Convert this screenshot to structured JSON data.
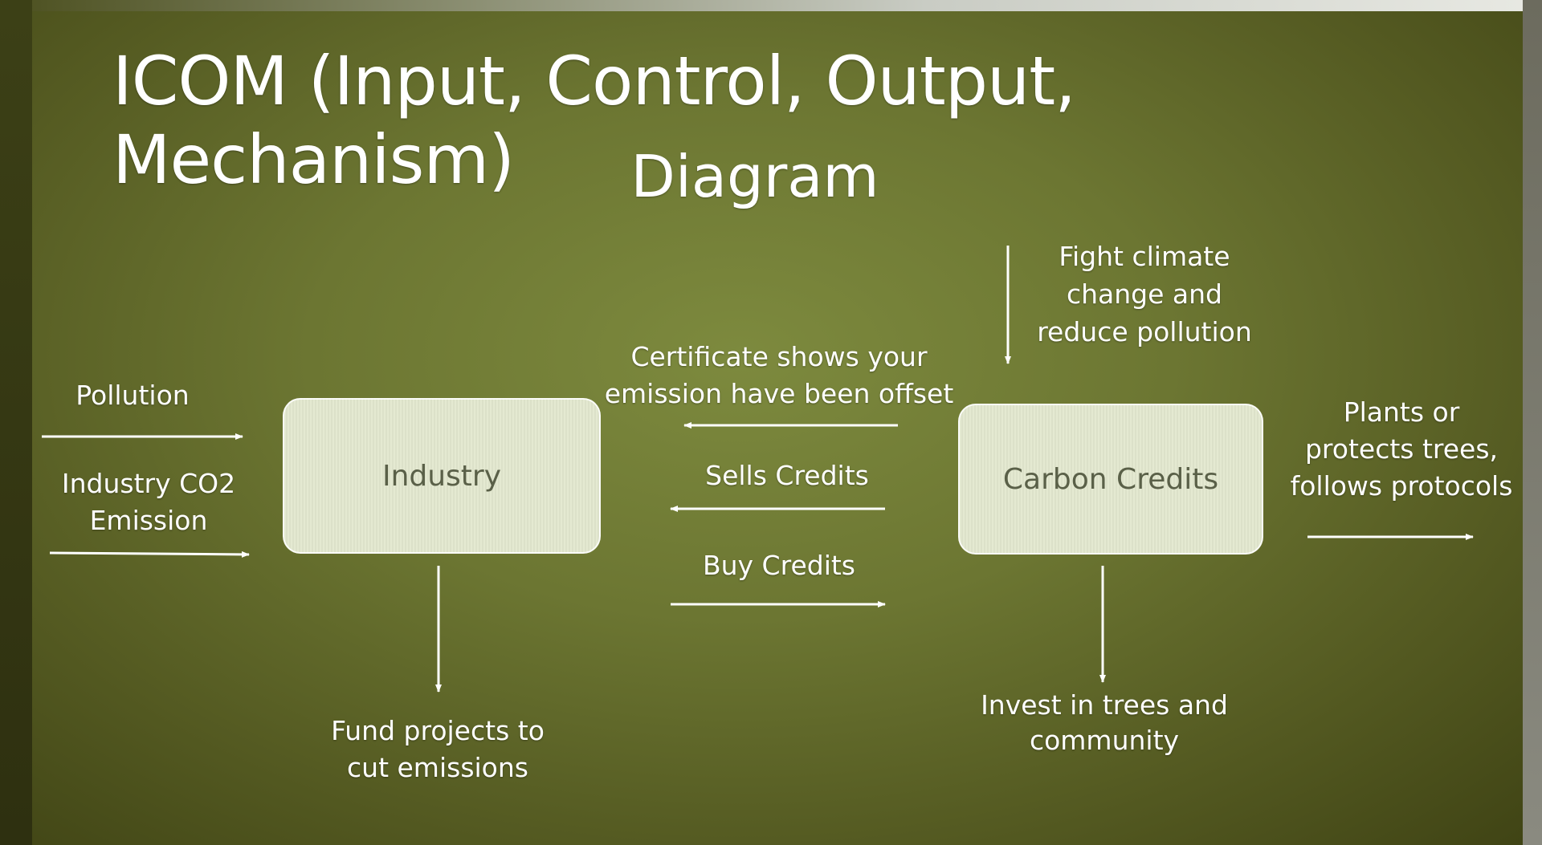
{
  "title": {
    "line1": "ICOM (Input, Control, Output, Mechanism)",
    "line2": "Diagram"
  },
  "inputs": {
    "pollution": "Pollution",
    "industry_co2_line1": "Industry CO2",
    "industry_co2_line2": "Emission"
  },
  "boxes": {
    "industry": "Industry",
    "carbon_credits": "Carbon Credits"
  },
  "exchanges": {
    "certificate_line1": "Certificate shows your",
    "certificate_line2": "emission have been offset",
    "sells_credits": "Sells Credits",
    "buy_credits": "Buy Credits"
  },
  "control": {
    "line1": "Fight climate",
    "line2": "change and",
    "line3": "reduce pollution"
  },
  "output": {
    "line1": "Plants or",
    "line2": "protects trees,",
    "line3": "follows protocols"
  },
  "mechanisms": {
    "industry_line1": "Fund projects to",
    "industry_line2": "cut emissions",
    "carbon_line1": "Invest in trees and",
    "carbon_line2": "community"
  },
  "colors": {
    "background_center": "#7d8a3e",
    "background_edge": "#3f4314",
    "box_fill": "#e3e8cf",
    "box_text": "#5a6048",
    "text": "#ffffff"
  }
}
